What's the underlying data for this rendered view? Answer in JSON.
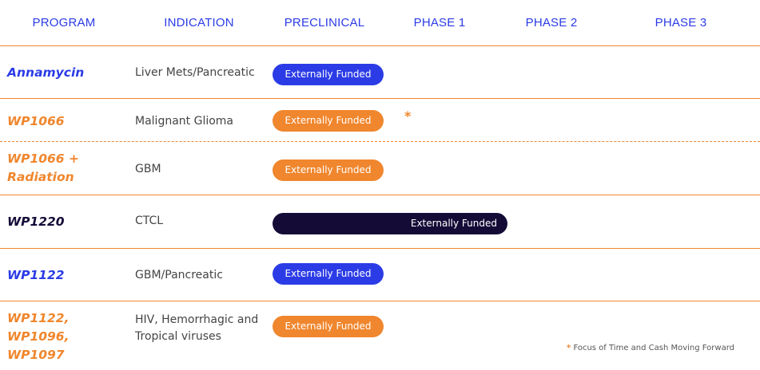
{
  "headers": {
    "program": "PROGRAM",
    "indication": "INDICATION",
    "preclinical": "PRECLINICAL",
    "phase1": "PHASE 1",
    "phase2": "PHASE 2",
    "phase3": "PHASE 3"
  },
  "colors": {
    "blue": "#2b3ce6",
    "orange": "#f0862d",
    "navy": "#150b37"
  },
  "rows": [
    {
      "program": "Annamycin",
      "indication": "Liver Mets/Pancreatic",
      "bar_label": "Externally Funded",
      "color": "#2b3ce6",
      "bar_color": "#2b3ce6",
      "phase": "Preclinical"
    },
    {
      "program": "WP1066",
      "indication": "Malignant Glioma",
      "bar_label": "Externally Funded",
      "color": "#f0862d",
      "bar_color": "#f0862d",
      "phase": "Preclinical",
      "marker": "*"
    },
    {
      "program": "WP1066 + Radiation",
      "indication": "GBM",
      "bar_label": "Externally Funded",
      "color": "#f0862d",
      "bar_color": "#f0862d",
      "phase": "Preclinical"
    },
    {
      "program": "WP1220",
      "indication": "CTCL",
      "bar_label": "Externally Funded",
      "color": "#150b37",
      "bar_color": "#150b37",
      "phase": "Phase 1"
    },
    {
      "program": "WP1122",
      "indication": "GBM/Pancreatic",
      "bar_label": "Externally Funded",
      "color": "#2b3ce6",
      "bar_color": "#2b3ce6",
      "phase": "Preclinical"
    },
    {
      "program": "WP1122, WP1096, WP1097",
      "indication": "HIV, Hemorrhagic and Tropical viruses",
      "bar_label": "Externally Funded",
      "color": "#f0862d",
      "bar_color": "#f0862d",
      "phase": "Preclinical"
    }
  ],
  "footnote": {
    "marker": "*",
    "text": "Focus of Time and Cash Moving Forward"
  }
}
